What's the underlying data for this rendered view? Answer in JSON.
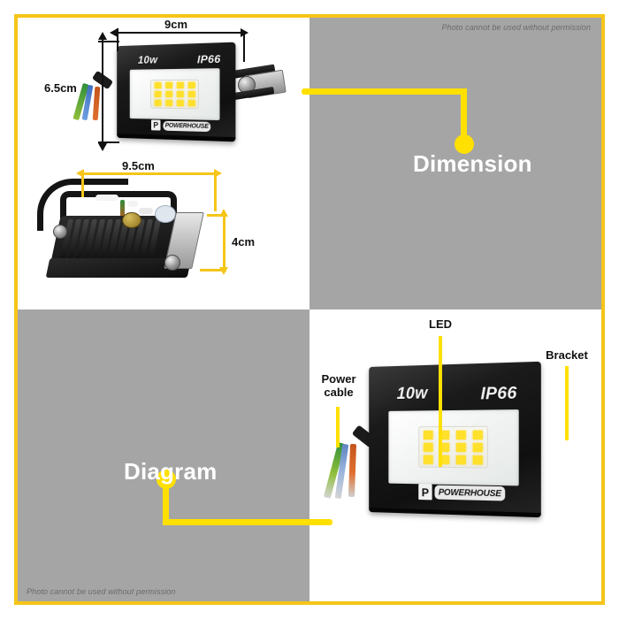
{
  "frame": {
    "border_color": "#F5C518",
    "accent_color": "#FFE000",
    "panel_gray": "#a5a5a5"
  },
  "watermark": {
    "top_right": "Photo cannot be used without permission",
    "bottom_left": "Photo cannot be used without permission"
  },
  "sections": {
    "dimension": {
      "title": "Dimension"
    },
    "diagram": {
      "title": "Diagram"
    }
  },
  "product": {
    "wattage": "10w",
    "ip_rating": "IP66",
    "brand_mark": "P",
    "brand_name": "POWERHOUSE",
    "led_count": 12
  },
  "dimensions": {
    "front_width": "9cm",
    "front_height": "6.5cm",
    "rear_width": "9.5cm",
    "rear_depth": "4cm"
  },
  "callouts": {
    "led": "LED",
    "bracket": "Bracket",
    "power_cable": "Power\ncable"
  }
}
